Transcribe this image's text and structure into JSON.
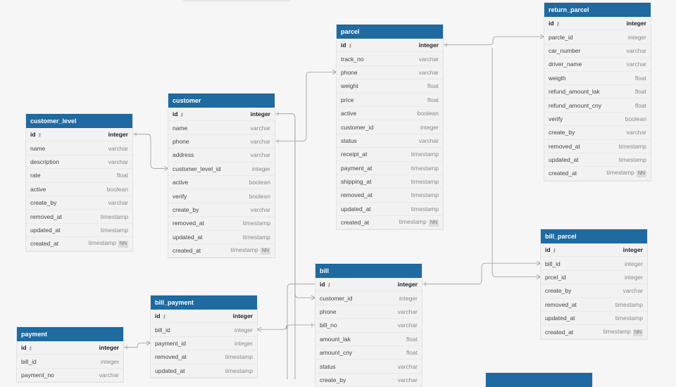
{
  "tables": [
    {
      "id": "return_parcel",
      "name": "return_parcel",
      "columns": [
        {
          "name": "id",
          "type": "integer",
          "pk": true
        },
        {
          "name": "parcle_id",
          "type": "integer"
        },
        {
          "name": "car_number",
          "type": "varchar"
        },
        {
          "name": "driver_name",
          "type": "varchar"
        },
        {
          "name": "weigth",
          "type": "float"
        },
        {
          "name": "refund_amount_lak",
          "type": "float"
        },
        {
          "name": "refund_amount_cny",
          "type": "float"
        },
        {
          "name": "verify",
          "type": "boolean"
        },
        {
          "name": "create_by",
          "type": "varchar"
        },
        {
          "name": "removed_at",
          "type": "timestamp"
        },
        {
          "name": "updated_at",
          "type": "timestamp"
        },
        {
          "name": "created_at",
          "type": "timestamp",
          "nn": "NN"
        }
      ]
    },
    {
      "id": "parcel",
      "name": "parcel",
      "columns": [
        {
          "name": "id",
          "type": "integer",
          "pk": true
        },
        {
          "name": "track_no",
          "type": "varchar"
        },
        {
          "name": "phone",
          "type": "varchar"
        },
        {
          "name": "weight",
          "type": "float"
        },
        {
          "name": "price",
          "type": "float"
        },
        {
          "name": "active",
          "type": "boolean"
        },
        {
          "name": "customer_id",
          "type": "integer"
        },
        {
          "name": "status",
          "type": "varchar"
        },
        {
          "name": "receipt_at",
          "type": "timestamp"
        },
        {
          "name": "payment_at",
          "type": "timestamp"
        },
        {
          "name": "shipping_at",
          "type": "timestamp"
        },
        {
          "name": "removed_at",
          "type": "timestamp"
        },
        {
          "name": "updated_at",
          "type": "timestamp"
        },
        {
          "name": "created_at",
          "type": "timestamp",
          "nn": "NN"
        }
      ]
    },
    {
      "id": "customer",
      "name": "customer",
      "columns": [
        {
          "name": "id",
          "type": "integer",
          "pk": true
        },
        {
          "name": "name",
          "type": "varchar"
        },
        {
          "name": "phone",
          "type": "varchar"
        },
        {
          "name": "address",
          "type": "varchar"
        },
        {
          "name": "customer_level_id",
          "type": "integer"
        },
        {
          "name": "active",
          "type": "boolean"
        },
        {
          "name": "verify",
          "type": "boolean"
        },
        {
          "name": "create_by",
          "type": "varchar"
        },
        {
          "name": "removed_at",
          "type": "timestamp"
        },
        {
          "name": "updated_at",
          "type": "timestamp"
        },
        {
          "name": "created_at",
          "type": "timestamp",
          "nn": "NN"
        }
      ]
    },
    {
      "id": "customer_level",
      "name": "customer_level",
      "columns": [
        {
          "name": "id",
          "type": "integer",
          "pk": true
        },
        {
          "name": "name",
          "type": "varchar"
        },
        {
          "name": "description",
          "type": "varchar"
        },
        {
          "name": "rate",
          "type": "float"
        },
        {
          "name": "active",
          "type": "boolean"
        },
        {
          "name": "create_by",
          "type": "varchar"
        },
        {
          "name": "removed_at",
          "type": "timestamp"
        },
        {
          "name": "updated_at",
          "type": "timestamp"
        },
        {
          "name": "created_at",
          "type": "timestamp",
          "nn": "NN"
        }
      ]
    },
    {
      "id": "bill_parcel",
      "name": "bill_parcel",
      "columns": [
        {
          "name": "id",
          "type": "integer",
          "pk": true
        },
        {
          "name": "bill_id",
          "type": "integer"
        },
        {
          "name": "prcel_id",
          "type": "integer"
        },
        {
          "name": "create_by",
          "type": "varchar"
        },
        {
          "name": "removed_at",
          "type": "timestamp"
        },
        {
          "name": "updated_at",
          "type": "timestamp"
        },
        {
          "name": "created_at",
          "type": "timestamp",
          "nn": "NN"
        }
      ]
    },
    {
      "id": "bill",
      "name": "bill",
      "columns": [
        {
          "name": "id",
          "type": "integer",
          "pk": true
        },
        {
          "name": "customer_id",
          "type": "integer"
        },
        {
          "name": "phone",
          "type": "varchar"
        },
        {
          "name": "bill_no",
          "type": "varchar"
        },
        {
          "name": "amount_lak",
          "type": "float"
        },
        {
          "name": "amount_cny",
          "type": "float"
        },
        {
          "name": "status",
          "type": "varchar"
        },
        {
          "name": "create_by",
          "type": "varchar"
        }
      ]
    },
    {
      "id": "bill_payment",
      "name": "bill_payment",
      "columns": [
        {
          "name": "id",
          "type": "integer",
          "pk": true
        },
        {
          "name": "bill_id",
          "type": "integer"
        },
        {
          "name": "payment_id",
          "type": "integer"
        },
        {
          "name": "removed_at",
          "type": "timestamp"
        },
        {
          "name": "updated_at",
          "type": "timestamp"
        }
      ]
    },
    {
      "id": "payment",
      "name": "payment",
      "columns": [
        {
          "name": "id",
          "type": "integer",
          "pk": true
        },
        {
          "name": "bill_id",
          "type": "integer"
        },
        {
          "name": "payment_no",
          "type": "varchar"
        }
      ]
    },
    {
      "id": "partial_bottom",
      "name": "",
      "columns": []
    }
  ],
  "relationships": [
    {
      "from": "return_parcel.parcle_id",
      "to": "parcel.id"
    },
    {
      "from": "parcel.phone",
      "to": "customer.phone"
    },
    {
      "from": "customer.customer_level_id",
      "to": "customer_level.id"
    },
    {
      "from": "bill.customer_id",
      "to": "customer.id"
    },
    {
      "from": "bill_parcel.bill_id",
      "to": "bill.id"
    },
    {
      "from": "bill_parcel.prcel_id",
      "to": "parcel.id"
    },
    {
      "from": "bill_payment.bill_id",
      "to": "bill.bill_no"
    },
    {
      "from": "bill_payment.payment_id",
      "to": "payment.id"
    }
  ],
  "colors": {
    "header": "#1f6aa1",
    "background": "#f6f6f7",
    "line": "#9a9aa0"
  },
  "icons": {
    "primary_key": "key-icon"
  }
}
